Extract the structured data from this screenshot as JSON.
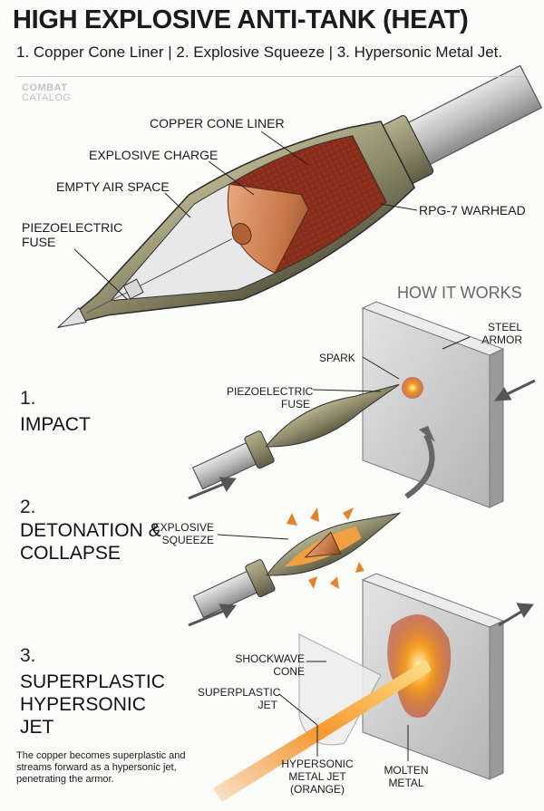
{
  "header": {
    "title": "HIGH EXPLOSIVE ANTI-TANK (HEAT)",
    "subtitle": "1. Copper Cone Liner | 2. Explosive Squeeze | 3. Hypersonic Metal Jet.",
    "logo_line1": "COMBAT",
    "logo_line2": "CATALOG"
  },
  "warhead_labels": {
    "copper_cone_liner": "COPPER CONE LINER",
    "explosive_charge": "EXPLOSIVE CHARGE",
    "empty_air_space": "EMPTY AIR SPACE",
    "piezo_fuse_line1": "PIEZOELECTRIC",
    "piezo_fuse_line2": "FUSE",
    "rpg7_warhead": "RPG-7 WARHEAD"
  },
  "section_title": "HOW IT WORKS",
  "steps": [
    {
      "number": "1.",
      "title_line1": "IMPACT",
      "title_line2": ""
    },
    {
      "number": "2.",
      "title_line1": "DETONATION &",
      "title_line2": "COLLAPSE"
    },
    {
      "number": "3.",
      "title_line1": "SUPERPLASTIC",
      "title_line2": "HYPERSONIC",
      "title_line3": "JET"
    }
  ],
  "step1_labels": {
    "steel_line1": "STEEL",
    "steel_line2": "ARMOR",
    "spark": "SPARK",
    "fuse_line1": "PIEZOELECTRIC",
    "fuse_line2": "FUSE"
  },
  "step2_labels": {
    "squeeze_line1": "EXPLOSIVE",
    "squeeze_line2": "SQUEEZE"
  },
  "step3_labels": {
    "shockwave_line1": "SHOCKWAVE",
    "shockwave_line2": "CONE",
    "superplastic_line1": "SUPERPLASTIC",
    "superplastic_line2": "JET",
    "hypersonic_line1": "HYPERSONIC",
    "hypersonic_line2": "METAL JET",
    "hypersonic_line3": "(ORANGE)",
    "molten_line1": "MOLTEN",
    "molten_line2": "METAL"
  },
  "description": "The copper becomes superplastic and streams forward as a hypersonic jet, penetrating the armor.",
  "colors": {
    "warhead_body": "#8e8a6a",
    "copper": "#c8794a",
    "explosive": "#8a2e1c",
    "jet_orange": "#f08a24",
    "armor": "#cfcfcf"
  }
}
